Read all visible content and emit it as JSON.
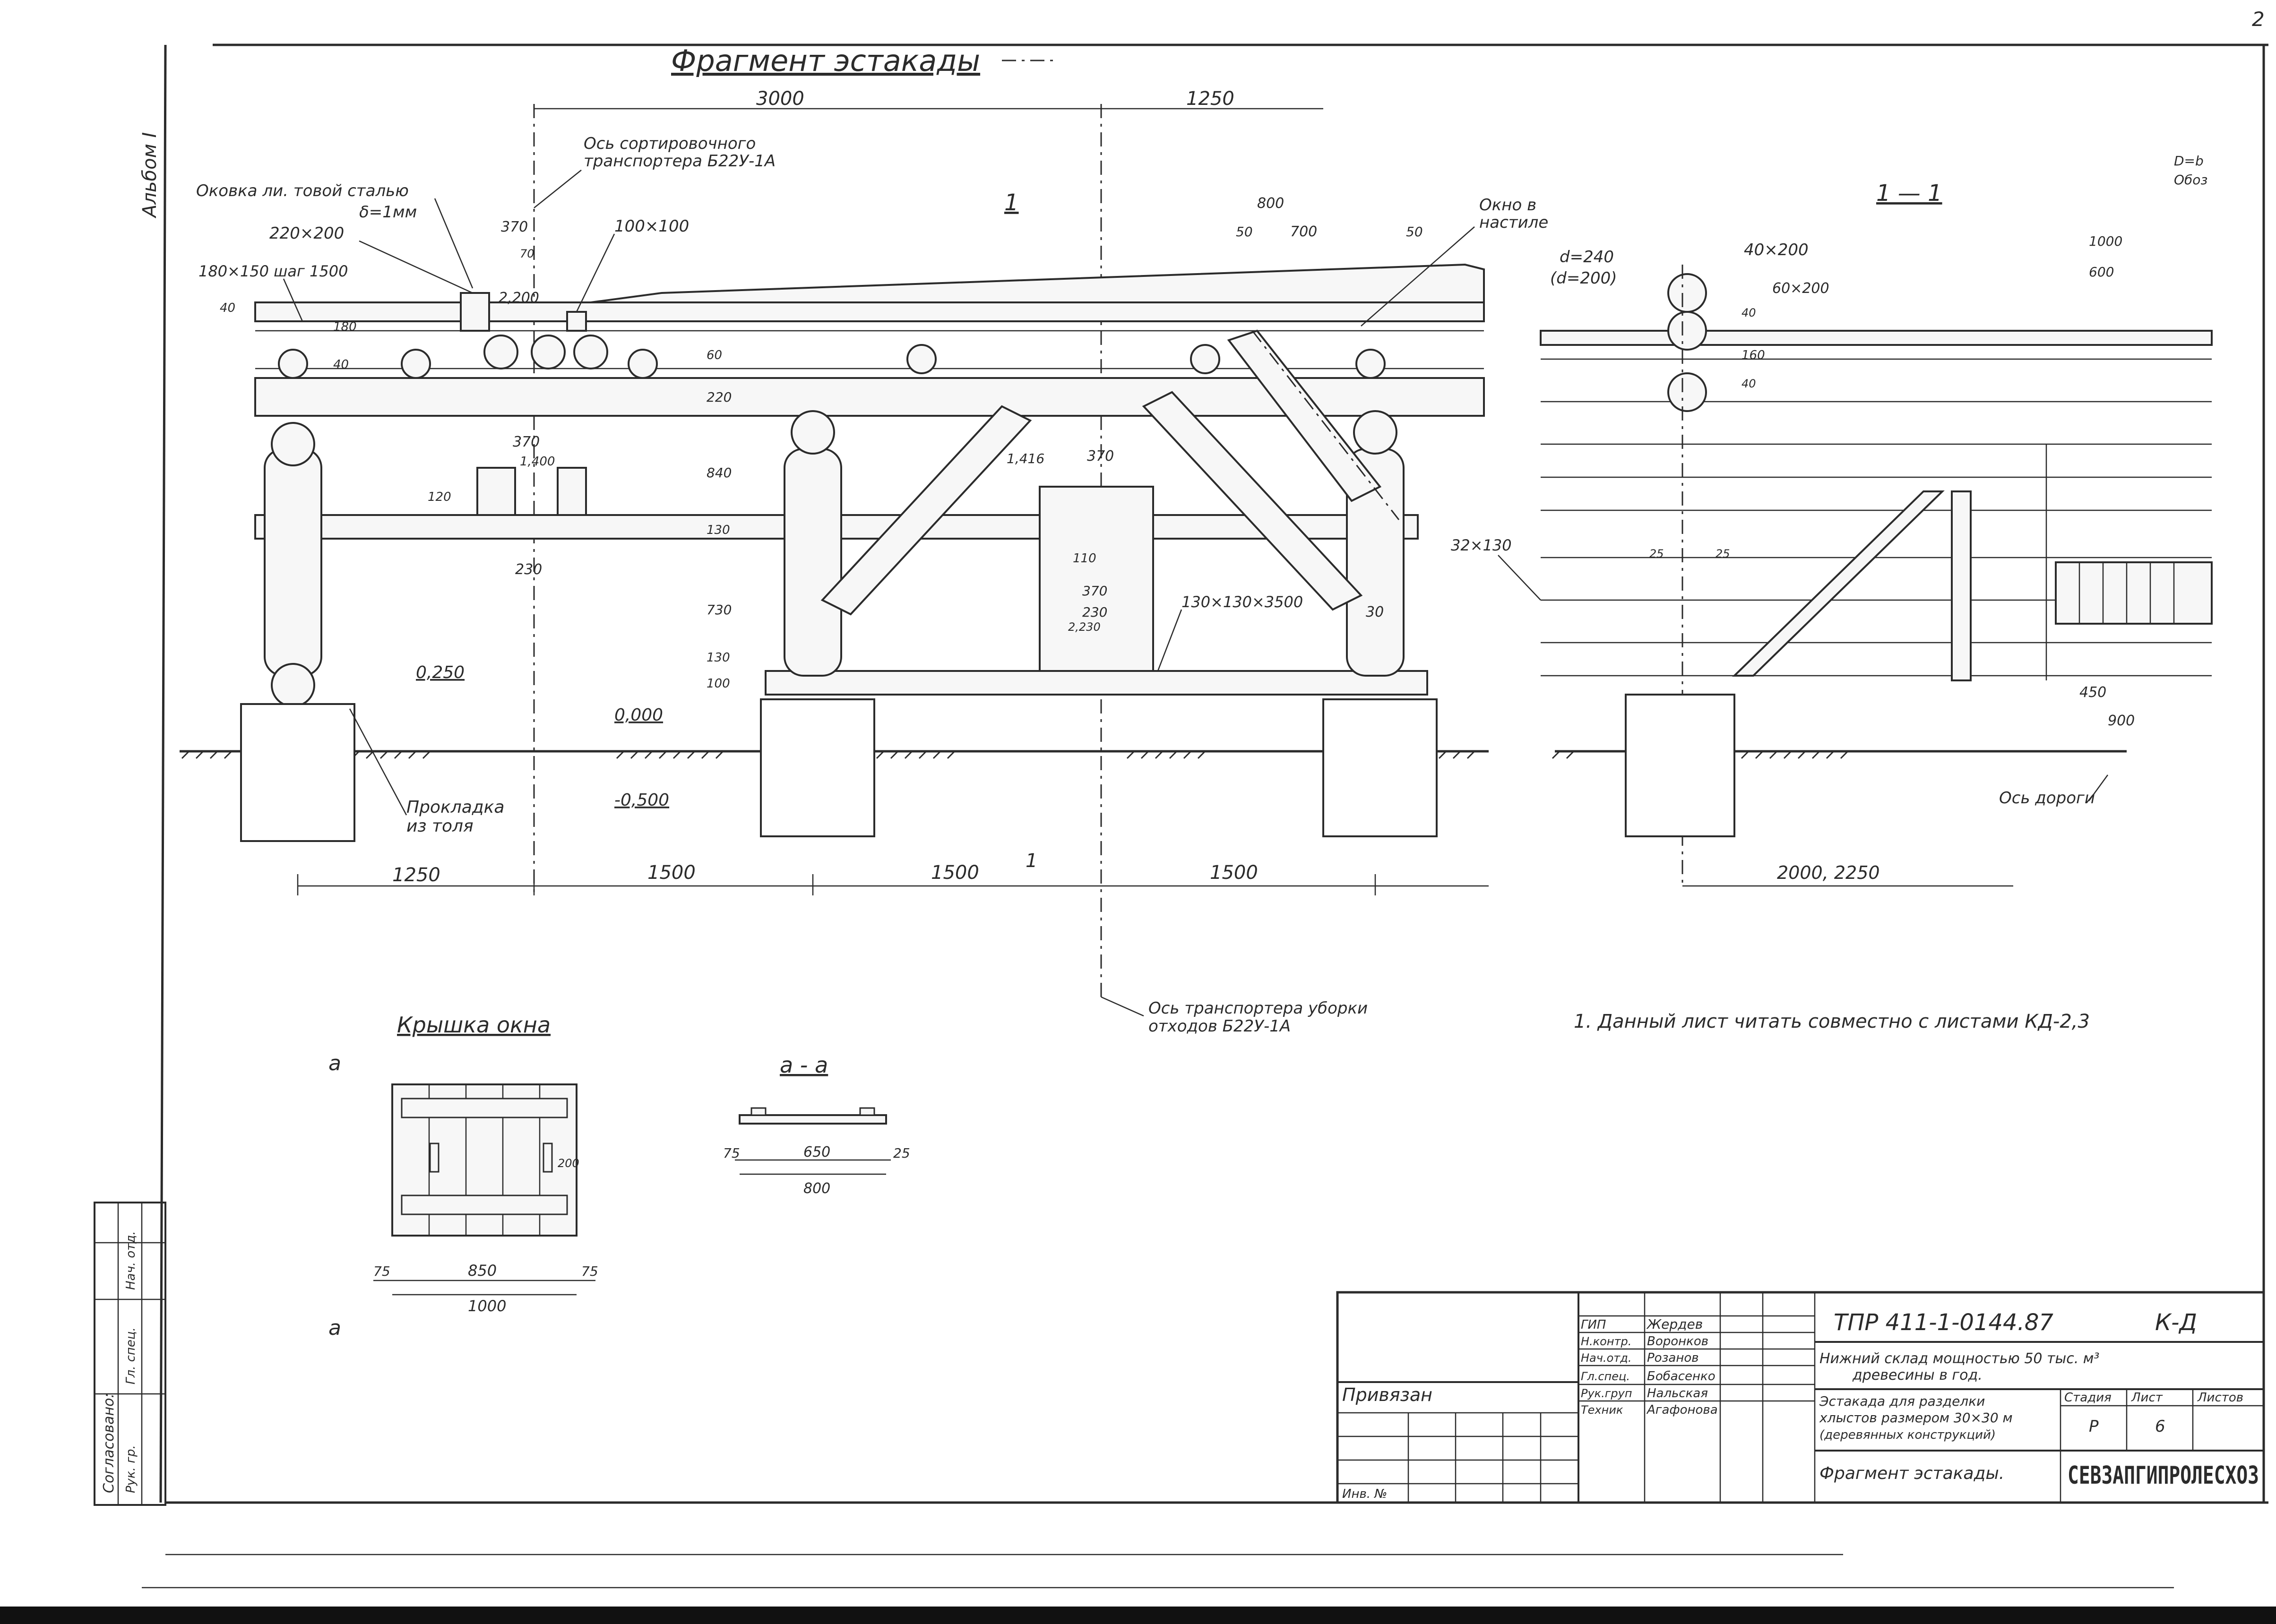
{
  "drawing": {
    "main_title": "Фрагмент эстакады",
    "section_label": "1 — 1",
    "cut_mark": "1",
    "corner_mark": "2",
    "side_stamp": "Альбом I"
  },
  "main_view": {
    "callouts": {
      "sort_axis": [
        "Ось сортировочного",
        "транспортера Б22У-1А"
      ],
      "steel_binding": [
        "Оковка ли. товой сталью",
        "δ=1мм"
      ],
      "beam_220x200": "220×200",
      "beam_180x150": "180×150 шаг 1500",
      "beam_100x100": "100×100",
      "window": [
        "Окно в",
        "настиле"
      ],
      "beam_130x130": "130×130×3500",
      "pad": [
        "Прокладка",
        "из толя"
      ],
      "waste_axis": [
        "Ось транспортера уборки",
        "отходов Б22У-1А"
      ]
    },
    "top_dims": [
      "3000",
      "1250"
    ],
    "small_dims": [
      "800",
      "50",
      "700",
      "50",
      "370",
      "70",
      "2,200",
      "370",
      "1,400",
      "120",
      "230",
      "1,416",
      "370",
      "110",
      "370",
      "230",
      "2,230",
      "30"
    ],
    "vertical_dims": [
      "40",
      "180",
      "40",
      "220",
      "60",
      "840",
      "130",
      "730",
      "130",
      "100"
    ],
    "levels": [
      "0,250",
      "0,000",
      "-0,500"
    ],
    "bottom_dims": [
      "1250",
      "1500",
      "1500",
      "1500"
    ]
  },
  "section_view": {
    "labels": {
      "diameter": [
        "d=240",
        "(d=200)"
      ],
      "board_40x200": "40×200",
      "board_60x200": "60×200",
      "board_32x130": "32×130",
      "road_axis": "Ось дороги",
      "d_right": [
        "D=b",
        "Обоз"
      ]
    },
    "dims": [
      "1000",
      "600",
      "40",
      "160",
      "40",
      "25",
      "25",
      "450",
      "900",
      "2000, 2250"
    ]
  },
  "lid_view": {
    "title": "Крышка окна",
    "section_mark": "a",
    "dims": [
      "75",
      "850",
      "75",
      "1000",
      "200"
    ]
  },
  "aa_view": {
    "title": "a - a",
    "dims": [
      "75",
      "650",
      "25",
      "800"
    ]
  },
  "note": "1. Данный лист читать совместно с листами КД-2,3",
  "approval_block": [
    "Согласовано:",
    "Нач. отд.",
    "Гл. спец.",
    "Рук. гр."
  ],
  "title_block": {
    "doc_code": "ТПР 411-1-0144.87",
    "mark": "К-Д",
    "roles": [
      "ГИП",
      "Н.контр.",
      "Нач.отд.",
      "Гл.спец.",
      "Рук.груп",
      "Техник"
    ],
    "names": [
      "Жердев",
      "Воронков",
      "Розанов",
      "Бобасенко",
      "Нальская",
      "Агафонова"
    ],
    "project": [
      "Нижний склад мощностью 50 тыс. м³",
      "древесины в год."
    ],
    "subject": [
      "Эстакада для разделки",
      "хлыстов размером 30×30 м",
      "(деревянных конструкций)"
    ],
    "stage_hdr": [
      "Стадия",
      "Лист",
      "Листов"
    ],
    "stage_vals": [
      "Р",
      "6",
      ""
    ],
    "sheet_title": "Фрагмент эстакады.",
    "org": "СЕВЗАПГИПРОЛЕСХОЗ",
    "privyazan": "Привязан",
    "inv": "Инв. №"
  }
}
